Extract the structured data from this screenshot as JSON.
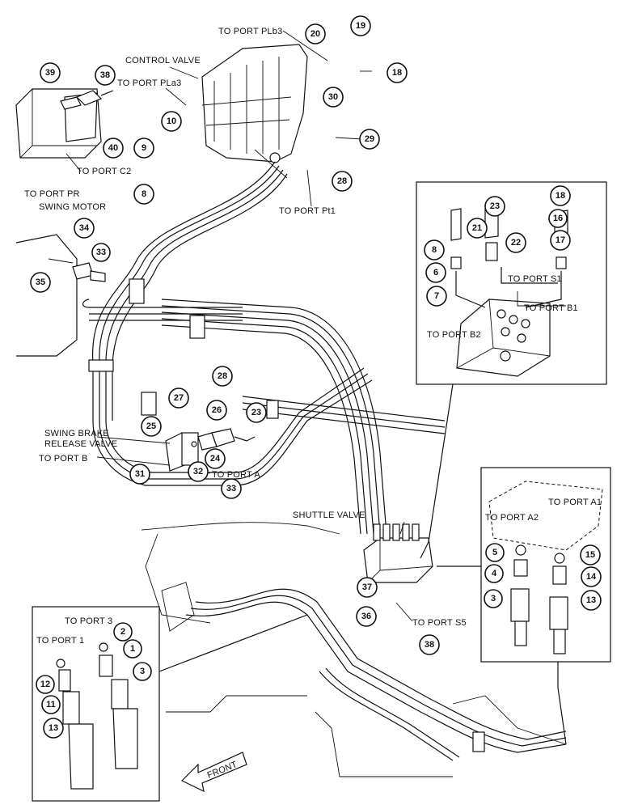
{
  "labels": {
    "control_valve": "CONTROL VALVE",
    "port_plb3": "TO PORT PLb3",
    "port_pla3": "TO PORT PLa3",
    "port_c2": "TO PORT C2",
    "port_pt1": "TO PORT Pt1",
    "port_pr": "TO PORT PR",
    "swing_motor": "SWING MOTOR",
    "swing_brake_1": "SWING BRAKE",
    "swing_brake_2": "RELEASE VALVE",
    "port_b": "TO PORT B",
    "port_a": "TO PORT A",
    "shuttle_valve": "SHUTTLE VALVE",
    "port_s5": "TO PORT S5",
    "port_b2": "TO PORT B2",
    "port_s1": "TO PORT S1",
    "port_b1": "TO PORT B1",
    "port_a2": "TO PORT A2",
    "port_a1": "TO PORT A1",
    "port_3": "TO PORT 3",
    "port_1": "TO PORT 1",
    "front": "FRONT"
  },
  "callouts": {
    "c1": "1",
    "c2": "2",
    "c3": "3",
    "c3b": "3",
    "c3c": "3",
    "c4": "4",
    "c5": "5",
    "c6": "6",
    "c7": "7",
    "c8": "8",
    "c8b": "8",
    "c9": "9",
    "c10": "10",
    "c11": "11",
    "c12": "12",
    "c13": "13",
    "c13b": "13",
    "c14": "14",
    "c15": "15",
    "c16": "16",
    "c17": "17",
    "c18": "18",
    "c18b": "18",
    "c19": "19",
    "c20": "20",
    "c21": "21",
    "c22": "22",
    "c23": "23",
    "c23b": "23",
    "c24": "24",
    "c25": "25",
    "c26": "26",
    "c27": "27",
    "c28": "28",
    "c28b": "28",
    "c29": "29",
    "c30": "30",
    "c31": "31",
    "c32": "32",
    "c33": "33",
    "c33b": "33",
    "c34": "34",
    "c35": "35",
    "c36": "36",
    "c37": "37",
    "c38": "38",
    "c38b": "38",
    "c39": "39",
    "c40": "40"
  }
}
